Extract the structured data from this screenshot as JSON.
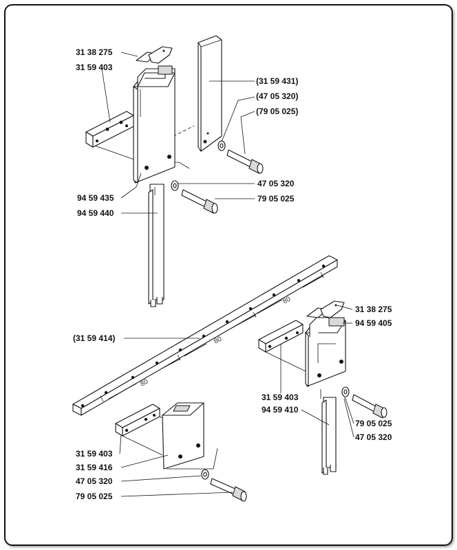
{
  "diagram": {
    "callouts": [
      {
        "id": "c1",
        "text": "31 38 275"
      },
      {
        "id": "c2",
        "text": "31 59 403"
      },
      {
        "id": "c3",
        "text": "(31 59 431)"
      },
      {
        "id": "c4",
        "text": "(47 05 320)"
      },
      {
        "id": "c5",
        "text": "(79 05 025)"
      },
      {
        "id": "c6",
        "text": "47 05 320"
      },
      {
        "id": "c7",
        "text": "94 59 435"
      },
      {
        "id": "c8",
        "text": "79 05 025"
      },
      {
        "id": "c9",
        "text": "94 59 440"
      },
      {
        "id": "c10",
        "text": "31 38 275"
      },
      {
        "id": "c11",
        "text": "94 59 405"
      },
      {
        "id": "c12",
        "text": "(31 59 414)"
      },
      {
        "id": "c13",
        "text": "31 59 403"
      },
      {
        "id": "c14",
        "text": "94 59 410"
      },
      {
        "id": "c15",
        "text": "79 05 025"
      },
      {
        "id": "c16",
        "text": "47 05 320"
      },
      {
        "id": "c17",
        "text": "31 59 403"
      },
      {
        "id": "c18",
        "text": "31 59 416"
      },
      {
        "id": "c19",
        "text": "47 05 320"
      },
      {
        "id": "c20",
        "text": "79 05 025"
      }
    ],
    "dimensions": [
      "80",
      "80",
      "80"
    ]
  }
}
